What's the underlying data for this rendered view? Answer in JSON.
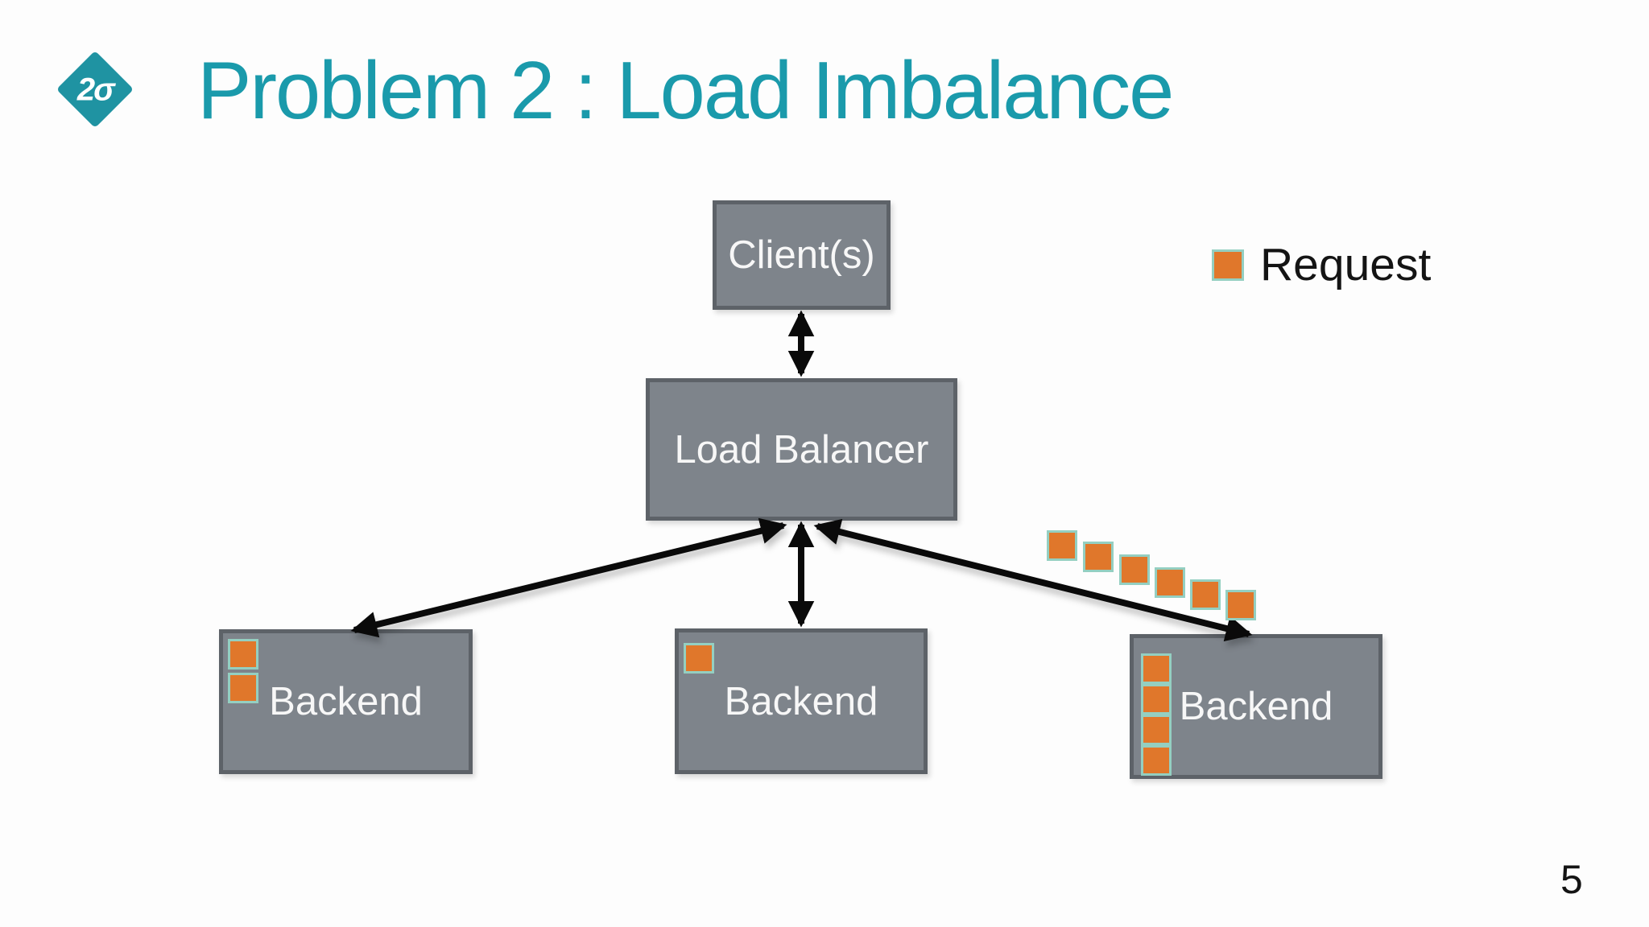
{
  "slide": {
    "title": "Problem 2 : Load Imbalance",
    "logo_text": "2σ",
    "page_number": "5",
    "title_color": "#1a9aab",
    "background_color": "#fdfdfd"
  },
  "legend": {
    "label": "Request",
    "swatch_color": "#e0772b",
    "swatch_border_color": "#94cfc1"
  },
  "diagram": {
    "box_fill_color": "#7e848b",
    "box_border_color": "#5d6268",
    "arrow_color": "#0a0a0a",
    "nodes": {
      "clients": {
        "label": "Client(s)",
        "requests_inside": 0
      },
      "load_balancer": {
        "label": "Load Balancer",
        "requests_inside": 0
      },
      "backend_left": {
        "label": "Backend",
        "requests_inside": 2
      },
      "backend_center": {
        "label": "Backend",
        "requests_inside": 1
      },
      "backend_right": {
        "label": "Backend",
        "requests_inside": 4
      }
    },
    "in_flight_requests_to_backend_right": 6,
    "connections": [
      {
        "from": "clients",
        "to": "load_balancer",
        "bidirectional": true
      },
      {
        "from": "load_balancer",
        "to": "backend_left",
        "bidirectional": true
      },
      {
        "from": "load_balancer",
        "to": "backend_center",
        "bidirectional": true
      },
      {
        "from": "load_balancer",
        "to": "backend_right",
        "bidirectional": true
      }
    ]
  }
}
